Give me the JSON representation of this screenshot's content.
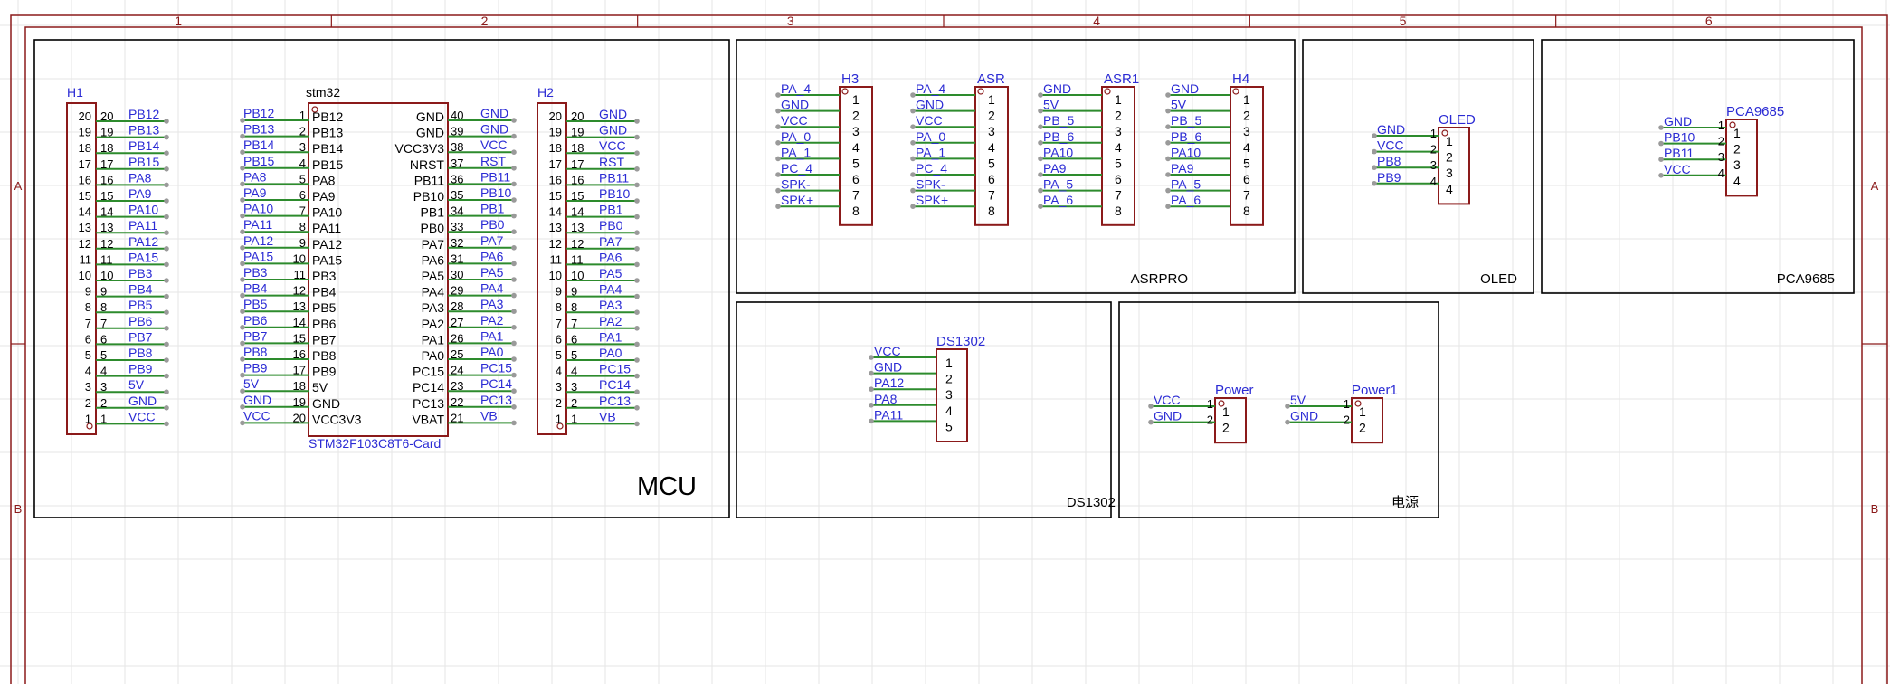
{
  "colors": {
    "frame": "#8b1a1a",
    "grid": "#e6e6e6",
    "net_label": "#2b2bd4",
    "wire": "#2d8b2d",
    "pin_number": "#8b1a1a",
    "body": "#8b1a1a",
    "text": "#000000"
  },
  "frame": {
    "columns": [
      "1",
      "2",
      "3",
      "4",
      "5",
      "6"
    ],
    "rows": [
      "A",
      "B"
    ]
  },
  "sections": [
    {
      "title": "MCU",
      "large": true
    },
    {
      "title": "ASRPRO",
      "large": false
    },
    {
      "title": "OLED",
      "large": false
    },
    {
      "title": "PCA9685",
      "large": false
    },
    {
      "title": "DS1302",
      "large": false
    },
    {
      "title": "电源",
      "large": false
    }
  ],
  "components": {
    "H1": {
      "designator": "H1",
      "body_numbers": [
        "20",
        "19",
        "18",
        "17",
        "16",
        "15",
        "14",
        "13",
        "12",
        "11",
        "10",
        "9",
        "8",
        "7",
        "6",
        "5",
        "4",
        "3",
        "2",
        "1"
      ],
      "pin_numbers": [
        "20",
        "19",
        "18",
        "17",
        "16",
        "15",
        "14",
        "13",
        "12",
        "11",
        "10",
        "9",
        "8",
        "7",
        "6",
        "5",
        "4",
        "3",
        "2",
        "1"
      ],
      "nets": [
        "PB12",
        "PB13",
        "PB14",
        "PB15",
        "PA8",
        "PA9",
        "PA10",
        "PA11",
        "PA12",
        "PA15",
        "PB3",
        "PB4",
        "PB5",
        "PB6",
        "PB7",
        "PB8",
        "PB9",
        "5V",
        "GND",
        "VCC"
      ]
    },
    "stm32": {
      "designator": "stm32",
      "value": "STM32F103C8T6-Card",
      "left_pin_names": [
        "PB12",
        "PB13",
        "PB14",
        "PB15",
        "PA8",
        "PA9",
        "PA10",
        "PA11",
        "PA12",
        "PA15",
        "PB3",
        "PB4",
        "PB5",
        "PB6",
        "PB7",
        "PB8",
        "PB9",
        "5V",
        "GND",
        "VCC3V3"
      ],
      "left_pin_numbers": [
        "1",
        "2",
        "3",
        "4",
        "5",
        "6",
        "7",
        "8",
        "9",
        "10",
        "11",
        "12",
        "13",
        "14",
        "15",
        "16",
        "17",
        "18",
        "19",
        "20"
      ],
      "left_nets": [
        "PB12",
        "PB13",
        "PB14",
        "PB15",
        "PA8",
        "PA9",
        "PA10",
        "PA11",
        "PA12",
        "PA15",
        "PB3",
        "PB4",
        "PB5",
        "PB6",
        "PB7",
        "PB8",
        "PB9",
        "5V",
        "GND",
        "VCC"
      ],
      "right_pin_names": [
        "GND",
        "GND",
        "VCC3V3",
        "NRST",
        "PB11",
        "PB10",
        "PB1",
        "PB0",
        "PA7",
        "PA6",
        "PA5",
        "PA4",
        "PA3",
        "PA2",
        "PA1",
        "PA0",
        "PC15",
        "PC14",
        "PC13",
        "VBAT"
      ],
      "right_pin_numbers": [
        "40",
        "39",
        "38",
        "37",
        "36",
        "35",
        "34",
        "33",
        "32",
        "31",
        "30",
        "29",
        "28",
        "27",
        "26",
        "25",
        "24",
        "23",
        "22",
        "21"
      ],
      "right_nets": [
        "GND",
        "GND",
        "VCC",
        "RST",
        "PB11",
        "PB10",
        "PB1",
        "PB0",
        "PA7",
        "PA6",
        "PA5",
        "PA4",
        "PA3",
        "PA2",
        "PA1",
        "PA0",
        "PC15",
        "PC14",
        "PC13",
        "VB"
      ]
    },
    "H2": {
      "designator": "H2",
      "body_numbers": [
        "20",
        "19",
        "18",
        "17",
        "16",
        "15",
        "14",
        "13",
        "12",
        "11",
        "10",
        "9",
        "8",
        "7",
        "6",
        "5",
        "4",
        "3",
        "2",
        "1"
      ],
      "pin_numbers": [
        "20",
        "19",
        "18",
        "17",
        "16",
        "15",
        "14",
        "13",
        "12",
        "11",
        "10",
        "9",
        "8",
        "7",
        "6",
        "5",
        "4",
        "3",
        "2",
        "1"
      ],
      "nets": [
        "GND",
        "GND",
        "VCC",
        "RST",
        "PB11",
        "PB10",
        "PB1",
        "PB0",
        "PA7",
        "PA6",
        "PA5",
        "PA4",
        "PA3",
        "PA2",
        "PA1",
        "PA0",
        "PC15",
        "PC14",
        "PC13",
        "VB"
      ]
    },
    "H3": {
      "designator": "H3",
      "pins": [
        "1",
        "2",
        "3",
        "4",
        "5",
        "6",
        "7",
        "8"
      ],
      "nets": [
        "PA_4",
        "GND",
        "VCC",
        "PA_0",
        "PA_1",
        "PC_4",
        "SPK-",
        "SPK+"
      ]
    },
    "ASR": {
      "designator": "ASR",
      "pins": [
        "1",
        "2",
        "3",
        "4",
        "5",
        "6",
        "7",
        "8"
      ],
      "nets": [
        "PA_4",
        "GND",
        "VCC",
        "PA_0",
        "PA_1",
        "PC_4",
        "SPK-",
        "SPK+"
      ]
    },
    "ASR1": {
      "designator": "ASR1",
      "pins": [
        "1",
        "2",
        "3",
        "4",
        "5",
        "6",
        "7",
        "8"
      ],
      "nets": [
        "GND",
        "5V",
        "PB_5",
        "PB_6",
        "PA10",
        "PA9",
        "PA_5",
        "PA_6"
      ]
    },
    "H4": {
      "designator": "H4",
      "pins": [
        "1",
        "2",
        "3",
        "4",
        "5",
        "6",
        "7",
        "8"
      ],
      "nets": [
        "GND",
        "5V",
        "PB_5",
        "PB_6",
        "PA10",
        "PA9",
        "PA_5",
        "PA_6"
      ]
    },
    "OLED": {
      "designator": "OLED",
      "pin_numbers": [
        "1",
        "2",
        "3",
        "4"
      ],
      "body_numbers": [
        "1",
        "2",
        "3",
        "4"
      ],
      "nets": [
        "GND",
        "VCC",
        "PB8",
        "PB9"
      ]
    },
    "PCA9685": {
      "designator": "PCA9685",
      "pin_numbers": [
        "1",
        "2",
        "3",
        "4"
      ],
      "body_numbers": [
        "1",
        "2",
        "3",
        "4"
      ],
      "nets": [
        "GND",
        "PB10",
        "PB11",
        "VCC"
      ]
    },
    "DS1302": {
      "designator": "DS1302",
      "body_numbers": [
        "1",
        "2",
        "3",
        "4",
        "5"
      ],
      "nets": [
        "VCC",
        "GND",
        "PA12",
        "PA8",
        "PA11"
      ]
    },
    "Power": {
      "designator": "Power",
      "pin_numbers": [
        "1",
        "2"
      ],
      "body_numbers": [
        "1",
        "2"
      ],
      "nets": [
        "VCC",
        "GND"
      ]
    },
    "Power1": {
      "designator": "Power1",
      "pin_numbers": [
        "1",
        "2"
      ],
      "body_numbers": [
        "1",
        "2"
      ],
      "nets": [
        "5V",
        "GND"
      ]
    }
  }
}
